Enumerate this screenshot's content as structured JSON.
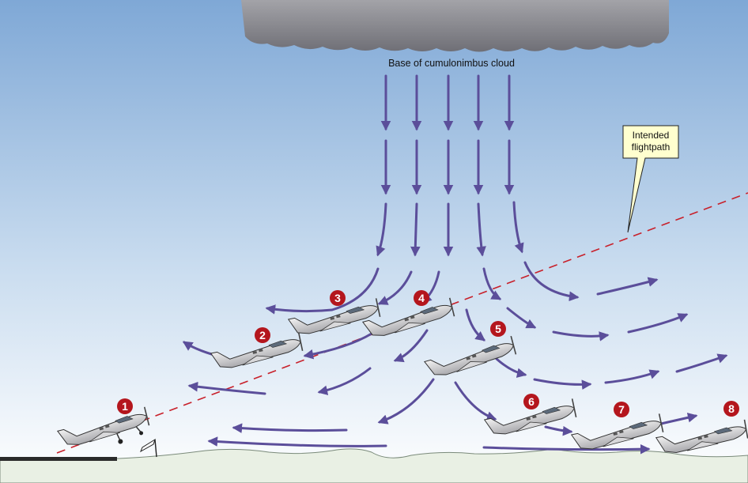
{
  "diagram": {
    "cloud_label": "Base of cumulonimbus cloud",
    "callout_label_line1": "Intended",
    "callout_label_line2": "flightpath",
    "aircraft_positions": [
      {
        "id": "1"
      },
      {
        "id": "2"
      },
      {
        "id": "3"
      },
      {
        "id": "4"
      },
      {
        "id": "5"
      },
      {
        "id": "6"
      },
      {
        "id": "7"
      },
      {
        "id": "8"
      }
    ]
  },
  "colors": {
    "sky_top": "#7fa8d6",
    "sky_bottom": "#ffffff",
    "cloud": "#8a8a90",
    "arrow": "#5b4e9a",
    "flightpath": "#c8202a",
    "marker": "#b4161d",
    "ground": "#e9f0e4",
    "runway": "#2b2b2b",
    "callout_fill": "#ffffcf"
  }
}
